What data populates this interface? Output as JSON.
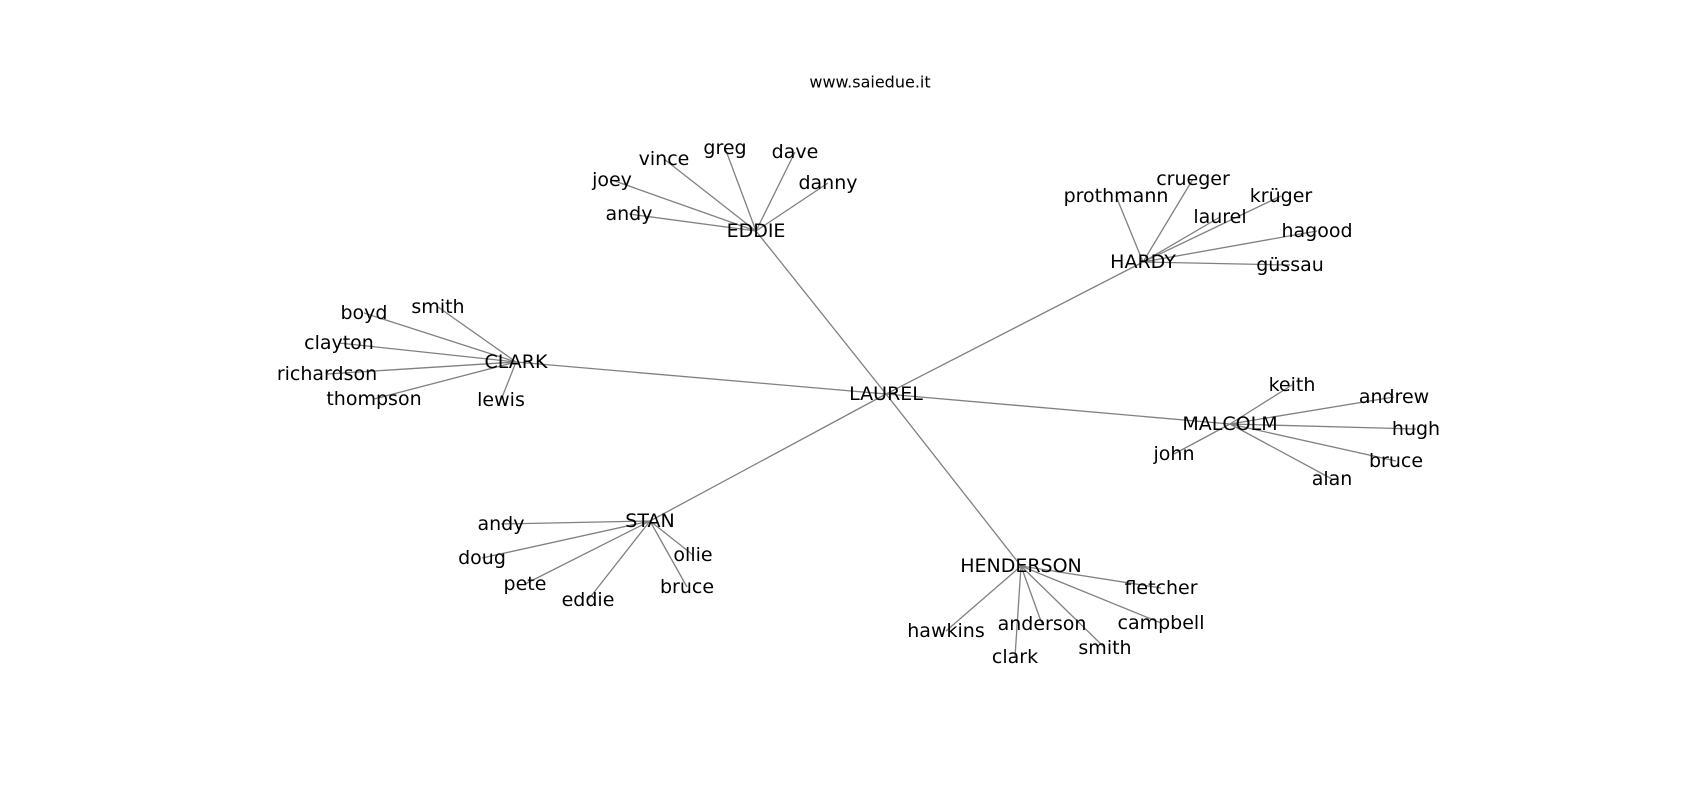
{
  "title": "www.saiedue.it",
  "nodes": [
    {
      "id": "laurel_root",
      "label": "LAUREL"
    },
    {
      "id": "eddie",
      "label": "EDDIE"
    },
    {
      "id": "hardy",
      "label": "HARDY"
    },
    {
      "id": "clark_hub",
      "label": "CLARK"
    },
    {
      "id": "malcolm",
      "label": "MALCOLM"
    },
    {
      "id": "stan",
      "label": "STAN"
    },
    {
      "id": "henderson",
      "label": "HENDERSON"
    },
    {
      "id": "vince",
      "label": "vince"
    },
    {
      "id": "greg",
      "label": "greg"
    },
    {
      "id": "dave",
      "label": "dave"
    },
    {
      "id": "joey",
      "label": "joey"
    },
    {
      "id": "danny",
      "label": "danny"
    },
    {
      "id": "andy_e",
      "label": "andy"
    },
    {
      "id": "crueger",
      "label": "crueger"
    },
    {
      "id": "prothmann",
      "label": "prothmann"
    },
    {
      "id": "kruger",
      "label": "krüger"
    },
    {
      "id": "laurel_h",
      "label": "laurel"
    },
    {
      "id": "hagood",
      "label": "hagood"
    },
    {
      "id": "gussau",
      "label": "güssau"
    },
    {
      "id": "smith_c",
      "label": "smith"
    },
    {
      "id": "boyd",
      "label": "boyd"
    },
    {
      "id": "clayton",
      "label": "clayton"
    },
    {
      "id": "richardson",
      "label": "richardson"
    },
    {
      "id": "thompson",
      "label": "thompson"
    },
    {
      "id": "lewis",
      "label": "lewis"
    },
    {
      "id": "keith",
      "label": "keith"
    },
    {
      "id": "andrew",
      "label": "andrew"
    },
    {
      "id": "hugh",
      "label": "hugh"
    },
    {
      "id": "john",
      "label": "john"
    },
    {
      "id": "bruce_m",
      "label": "bruce"
    },
    {
      "id": "alan",
      "label": "alan"
    },
    {
      "id": "andy_s",
      "label": "andy"
    },
    {
      "id": "doug",
      "label": "doug"
    },
    {
      "id": "ollie",
      "label": "ollie"
    },
    {
      "id": "pete",
      "label": "pete"
    },
    {
      "id": "bruce_s",
      "label": "bruce"
    },
    {
      "id": "eddie_s",
      "label": "eddie"
    },
    {
      "id": "fletcher",
      "label": "fletcher"
    },
    {
      "id": "campbell",
      "label": "campbell"
    },
    {
      "id": "hawkins",
      "label": "hawkins"
    },
    {
      "id": "anderson",
      "label": "anderson"
    },
    {
      "id": "smith_h",
      "label": "smith"
    },
    {
      "id": "clark_h",
      "label": "clark"
    }
  ],
  "edges": [
    [
      "laurel_root",
      "eddie"
    ],
    [
      "laurel_root",
      "hardy"
    ],
    [
      "laurel_root",
      "clark_hub"
    ],
    [
      "laurel_root",
      "malcolm"
    ],
    [
      "laurel_root",
      "stan"
    ],
    [
      "laurel_root",
      "henderson"
    ],
    [
      "eddie",
      "vince"
    ],
    [
      "eddie",
      "greg"
    ],
    [
      "eddie",
      "dave"
    ],
    [
      "eddie",
      "joey"
    ],
    [
      "eddie",
      "danny"
    ],
    [
      "eddie",
      "andy_e"
    ],
    [
      "hardy",
      "crueger"
    ],
    [
      "hardy",
      "prothmann"
    ],
    [
      "hardy",
      "kruger"
    ],
    [
      "hardy",
      "laurel_h"
    ],
    [
      "hardy",
      "hagood"
    ],
    [
      "hardy",
      "gussau"
    ],
    [
      "clark_hub",
      "smith_c"
    ],
    [
      "clark_hub",
      "boyd"
    ],
    [
      "clark_hub",
      "clayton"
    ],
    [
      "clark_hub",
      "richardson"
    ],
    [
      "clark_hub",
      "thompson"
    ],
    [
      "clark_hub",
      "lewis"
    ],
    [
      "malcolm",
      "keith"
    ],
    [
      "malcolm",
      "andrew"
    ],
    [
      "malcolm",
      "hugh"
    ],
    [
      "malcolm",
      "john"
    ],
    [
      "malcolm",
      "bruce_m"
    ],
    [
      "malcolm",
      "alan"
    ],
    [
      "stan",
      "andy_s"
    ],
    [
      "stan",
      "doug"
    ],
    [
      "stan",
      "ollie"
    ],
    [
      "stan",
      "pete"
    ],
    [
      "stan",
      "bruce_s"
    ],
    [
      "stan",
      "eddie_s"
    ],
    [
      "henderson",
      "fletcher"
    ],
    [
      "henderson",
      "campbell"
    ],
    [
      "henderson",
      "hawkins"
    ],
    [
      "henderson",
      "anderson"
    ],
    [
      "henderson",
      "smith_h"
    ],
    [
      "henderson",
      "clark_h"
    ]
  ],
  "colors": {
    "edge": "#808080",
    "label": "#000000",
    "background": "#ffffff"
  }
}
